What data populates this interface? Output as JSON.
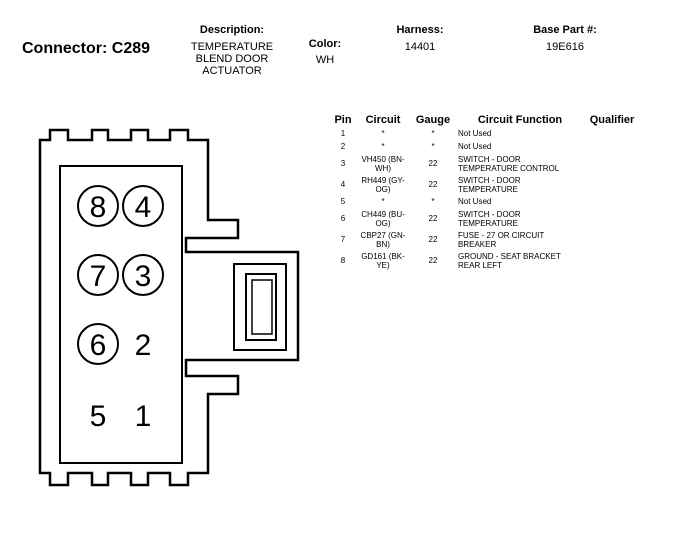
{
  "connector": {
    "title": "Connector: C289",
    "description_label": "Description:",
    "description_lines": [
      "TEMPERATURE",
      "BLEND DOOR",
      "ACTUATOR"
    ],
    "color_label": "Color:",
    "color_value": "WH",
    "harness_label": "Harness:",
    "harness_value": "14401",
    "base_part_label": "Base Part #:",
    "base_part_value": "19E616"
  },
  "table": {
    "headers": [
      "Pin",
      "Circuit",
      "Gauge",
      "Circuit Function",
      "Qualifier"
    ],
    "rows": [
      {
        "pin": "1",
        "circuit": [
          "*"
        ],
        "gauge": "*",
        "function": [
          "Not Used"
        ],
        "qualifier": ""
      },
      {
        "pin": "2",
        "circuit": [
          "*"
        ],
        "gauge": "*",
        "function": [
          "Not Used"
        ],
        "qualifier": ""
      },
      {
        "pin": "3",
        "circuit": [
          "VH450 (BN-",
          "WH)"
        ],
        "gauge": "22",
        "function": [
          "SWITCH - DOOR",
          "TEMPERATURE CONTROL"
        ],
        "qualifier": ""
      },
      {
        "pin": "4",
        "circuit": [
          "RH449 (GY-",
          "OG)"
        ],
        "gauge": "22",
        "function": [
          "SWITCH - DOOR",
          "TEMPERATURE"
        ],
        "qualifier": ""
      },
      {
        "pin": "5",
        "circuit": [
          "*"
        ],
        "gauge": "*",
        "function": [
          "Not Used"
        ],
        "qualifier": ""
      },
      {
        "pin": "6",
        "circuit": [
          "CH449 (BU-",
          "OG)"
        ],
        "gauge": "22",
        "function": [
          "SWITCH - DOOR",
          "TEMPERATURE"
        ],
        "qualifier": ""
      },
      {
        "pin": "7",
        "circuit": [
          "CBP27 (GN-",
          "BN)"
        ],
        "gauge": "22",
        "function": [
          "FUSE - 27 OR CIRCUIT",
          "BREAKER"
        ],
        "qualifier": ""
      },
      {
        "pin": "8",
        "circuit": [
          "GD161 (BK-",
          "YE)"
        ],
        "gauge": "22",
        "function": [
          "GROUND - SEAT BRACKET",
          "REAR LEFT"
        ],
        "qualifier": ""
      }
    ]
  },
  "diagram": {
    "pins": [
      {
        "label": "8",
        "circled": true
      },
      {
        "label": "4",
        "circled": true
      },
      {
        "label": "7",
        "circled": true
      },
      {
        "label": "3",
        "circled": true
      },
      {
        "label": "6",
        "circled": true
      },
      {
        "label": "2",
        "circled": false
      },
      {
        "label": "5",
        "circled": false
      },
      {
        "label": "1",
        "circled": false
      }
    ]
  }
}
